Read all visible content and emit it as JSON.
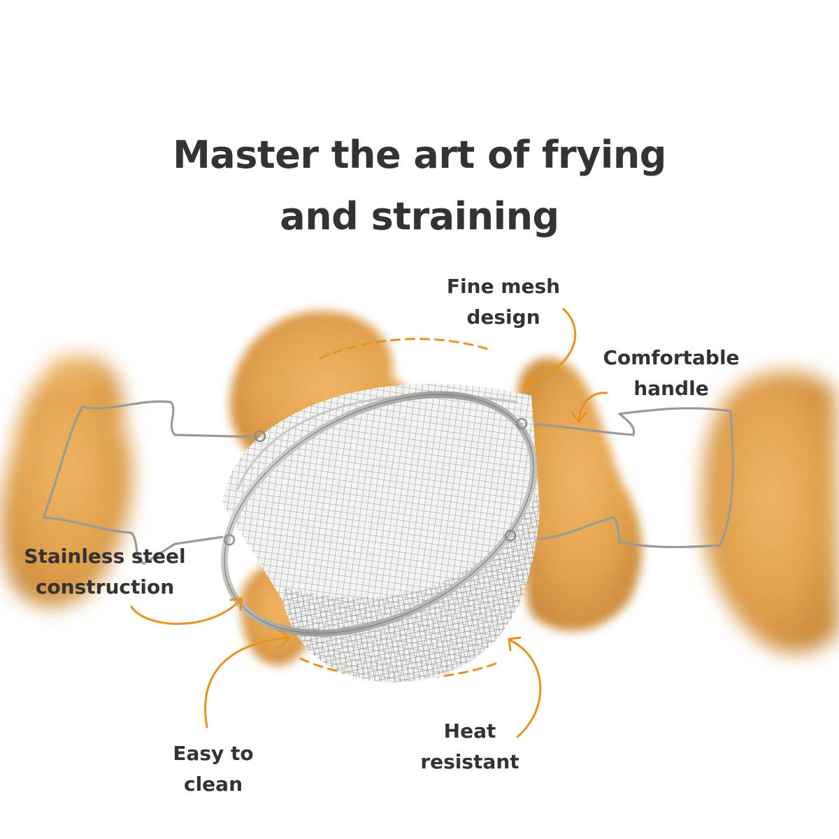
{
  "headline": {
    "line1": "Master the art of frying",
    "line2": "and straining"
  },
  "callouts": {
    "mesh": {
      "line1": "Fine mesh",
      "line2": "design"
    },
    "handle": {
      "line1": "Comfortable",
      "line2": "handle"
    },
    "steel": {
      "line1": "Stainless steel",
      "line2": "construction"
    },
    "clean": {
      "line1": "Easy to",
      "line2": "clean"
    },
    "heat": {
      "line1": "Heat",
      "line2": "resistant"
    }
  },
  "colors": {
    "accent": "#E8921E",
    "text": "#333333",
    "chicken": "#E2A24E",
    "steel": "#A9A9A6"
  },
  "icons": {
    "product": "mesh-strainer-basket",
    "background": "fried-chicken-pieces",
    "pointers": "curved-arrow-icon"
  }
}
